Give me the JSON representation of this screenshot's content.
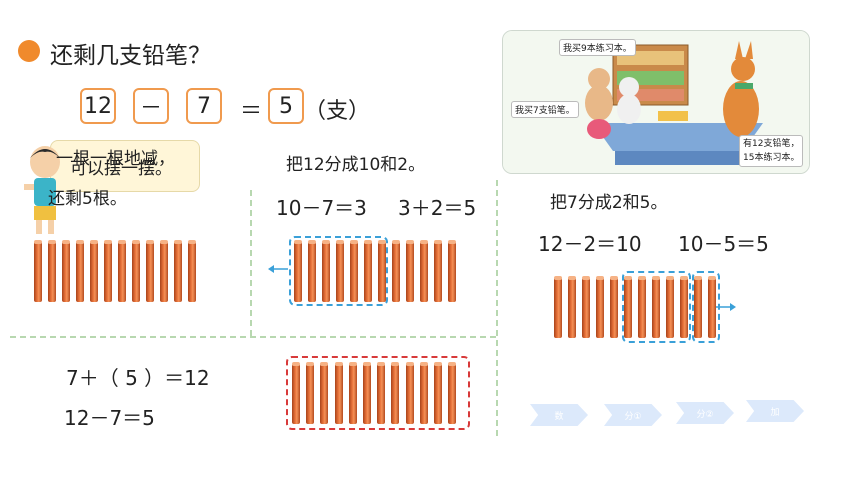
{
  "question": "还剩几支铅笔？",
  "equation": {
    "a": "12",
    "op": "－",
    "b": "7",
    "eq": "＝",
    "result": "5",
    "unit": "（支）"
  },
  "bubble_text": "可以摆一摆。",
  "method1": {
    "line1": "一根一根地减，",
    "line2": "还剩5根。"
  },
  "method2": {
    "split": "把12分成10和2。",
    "calc1": "10－7＝3",
    "calc2": "3＋2＝5"
  },
  "method3": {
    "split": "把7分成2和5。",
    "calc1": "12－2＝10",
    "calc2": "10－5＝5"
  },
  "method4": {
    "calc1": "7＋（ 5 ）＝12",
    "calc2": "12－7＝5"
  },
  "scene": {
    "speech_left_top": "我买9本练习本。",
    "speech_left_bottom": "我买7支铅笔。",
    "speech_right_line1": "有12支铅笔，",
    "speech_right_line2": "15本练习本。"
  },
  "nav_buttons": [
    "数",
    "分①",
    "分②",
    "加"
  ],
  "colors": {
    "accent": "#f08a2c",
    "box_border": "#f09a4e",
    "dash_blue": "#3aa0d8",
    "dash_red": "#d83a3a"
  }
}
